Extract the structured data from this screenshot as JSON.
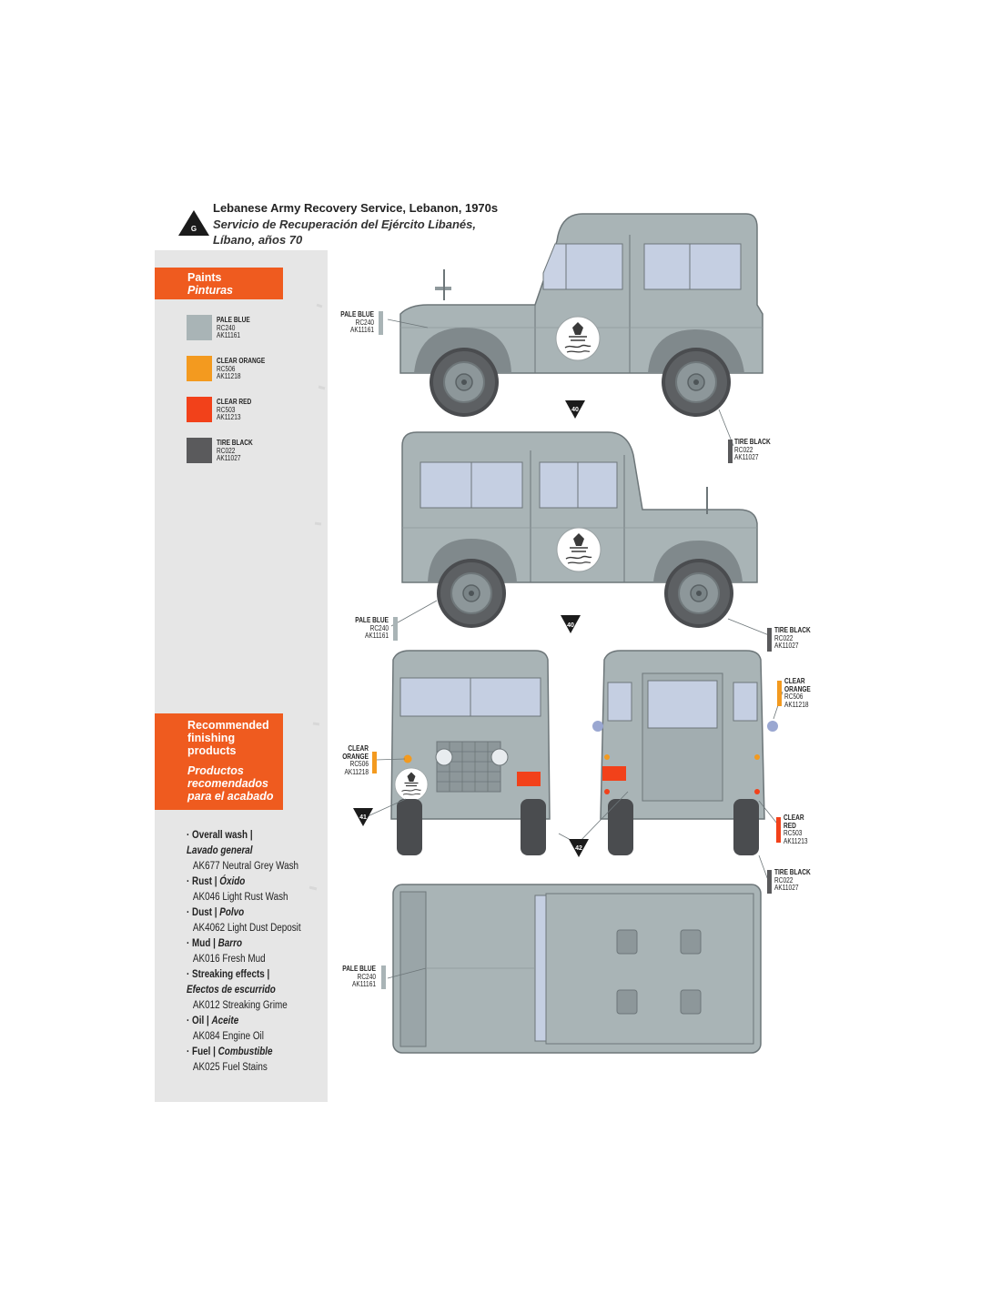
{
  "header": {
    "badge_letter": "G",
    "title_en": "Lebanese Army Recovery Service, Lebanon, 1970s",
    "title_es": "Servicio de Recuperación del Ejército Libanés, Líbano, años 70"
  },
  "paints_section": {
    "title_en": "Paints",
    "title_es": "Pinturas",
    "swatches": [
      {
        "name": "PALE BLUE",
        "code1": "RC240",
        "code2": "AK11161",
        "color": "#a9b4b6"
      },
      {
        "name": "CLEAR ORANGE",
        "code1": "RC506",
        "code2": "AK11218",
        "color": "#f39a1f"
      },
      {
        "name": "CLEAR RED",
        "code1": "RC503",
        "code2": "AK11213",
        "color": "#f2411a"
      },
      {
        "name": "TIRE BLACK",
        "code1": "RC022",
        "code2": "AK11027",
        "color": "#5a5a5c"
      }
    ]
  },
  "finishing_section": {
    "title_en_1": "Recommended",
    "title_en_2": "finishing",
    "title_en_3": "products",
    "title_es_1": "Productos",
    "title_es_2": "recomendados",
    "title_es_3": "para el acabado",
    "products": [
      {
        "category": "Overall wash |",
        "category_es": "Lavado general",
        "item": "AK677 Neutral Grey Wash"
      },
      {
        "category": "Rust |",
        "category_es": "Óxido",
        "item": "AK046 Light Rust Wash"
      },
      {
        "category": "Dust |",
        "category_es": "Polvo",
        "item": "AK4062 Light Dust Deposit"
      },
      {
        "category": "Mud |",
        "category_es": "Barro",
        "item": "AK016 Fresh Mud"
      },
      {
        "category": "Streaking effects |",
        "category_es": "Efectos de escurrido",
        "item": "AK012 Streaking Grime"
      },
      {
        "category": "Oil |",
        "category_es": "Aceite",
        "item": "AK084 Engine Oil"
      },
      {
        "category": "Fuel |",
        "category_es": "Combustible",
        "item": "AK025 Fuel Stains"
      }
    ]
  },
  "callouts": {
    "pale_blue_1": {
      "name": "PALE BLUE",
      "code1": "RC240",
      "code2": "AK11161"
    },
    "tire_black_1": {
      "name": "TIRE BLACK",
      "code1": "RC022",
      "code2": "AK11027"
    },
    "pale_blue_2": {
      "name": "PALE BLUE",
      "code1": "RC240",
      "code2": "AK11161"
    },
    "tire_black_2": {
      "name": "TIRE BLACK",
      "code1": "RC022",
      "code2": "AK11027"
    },
    "clear_orange_front": {
      "name1": "CLEAR",
      "name2": "ORANGE",
      "code1": "RC506",
      "code2": "AK11218"
    },
    "clear_orange_rear": {
      "name1": "CLEAR",
      "name2": "ORANGE",
      "code1": "RC506",
      "code2": "AK11218"
    },
    "clear_red_rear": {
      "name1": "CLEAR",
      "name2": "RED",
      "code1": "RC503",
      "code2": "AK11213"
    },
    "tire_black_3": {
      "name": "TIRE BLACK",
      "code1": "RC022",
      "code2": "AK11027"
    },
    "pale_blue_3": {
      "name": "PALE BLUE",
      "code1": "RC240",
      "code2": "AK11161"
    }
  },
  "decal_markers": {
    "side_left": "40",
    "side_right": "40",
    "front": "41",
    "rear": "42"
  },
  "colors": {
    "pale_blue": "#a9b4b6",
    "clear_orange": "#f39a1f",
    "clear_red": "#f2411a",
    "tire_black": "#5a5a5c",
    "accent_orange": "#ef5b1f"
  }
}
